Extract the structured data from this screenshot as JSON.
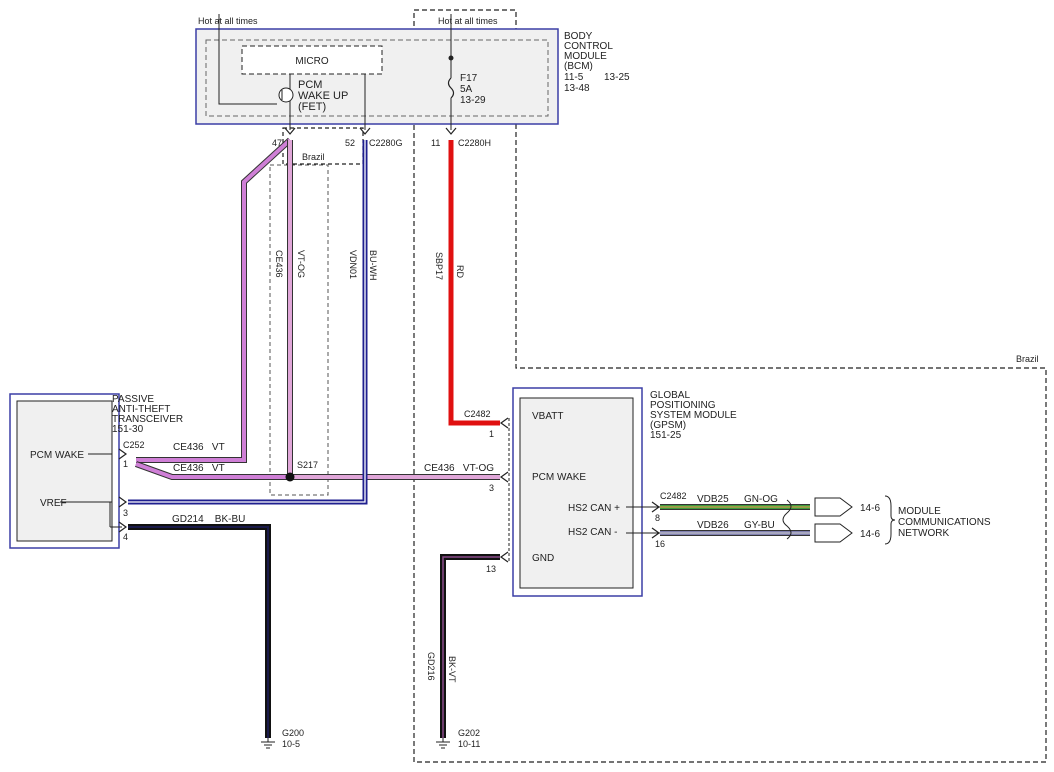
{
  "bcm": {
    "hot_left": "Hot at all times",
    "hot_right": "Hot at all times",
    "micro": "MICRO",
    "fet": [
      "PCM",
      "WAKE UP",
      "(FET)"
    ],
    "fuse": [
      "F17",
      "5A",
      "13-29"
    ],
    "title": [
      "BODY",
      "CONTROL",
      "MODULE",
      "(BCM)"
    ],
    "refs": [
      "11-5",
      "13-25",
      "13-48"
    ],
    "pin_47": "47",
    "pin_52": "52",
    "conn_52": "C2280G",
    "pin_11": "11",
    "conn_11": "C2280H"
  },
  "wires": {
    "ce436": "CE436",
    "vt_og": "VT-OG",
    "vdn01": "VDN01",
    "bu_wh": "BU-WH",
    "sbp17": "SBP17",
    "rd": "RD",
    "ce436_vt_1": "CE436   VT",
    "ce436_vt_2": "CE436   VT",
    "ce436_vt_og": "CE436   VT-OG",
    "gd214": "GD214    BK-BU",
    "gd216": "GD216",
    "bk_vt": "BK-VT",
    "vdb25": "VDB25",
    "gn_og": "GN-OG",
    "vdb26": "VDB26",
    "gy_bu": "GY-BU"
  },
  "brazil_top": "Brazil",
  "brazil_right": "Brazil",
  "splice": "S217",
  "pats": {
    "title": [
      "PASSIVE",
      "ANTI-THEFT",
      "TRANSCEIVER",
      "151-30"
    ],
    "pcm_wake": "PCM WAKE",
    "vref": "VREF",
    "conn": "C252",
    "pin1": "1",
    "pin3": "3",
    "pin4": "4"
  },
  "gpsm": {
    "title": [
      "GLOBAL",
      "POSITIONING",
      "SYSTEM MODULE",
      "(GPSM)",
      "151-25"
    ],
    "vbatt": "VBATT",
    "pcm_wake": "PCM WAKE",
    "hs2_can_plus": "HS2 CAN +",
    "hs2_can_minus": "HS2 CAN -",
    "gnd": "GND",
    "conn_c2482_top": "C2482",
    "conn_c2482_mid": "C2482",
    "pin1": "1",
    "pin3": "3",
    "pin8": "8",
    "pin16": "16",
    "pin13": "13"
  },
  "network": {
    "ref_1": "14-6",
    "ref_2": "14-6",
    "label": [
      "MODULE",
      "COMMUNICATIONS",
      "NETWORK"
    ]
  },
  "grounds": {
    "g200": "G200",
    "g200_ref": "10-5",
    "g202": "G202",
    "g202_ref": "10-11"
  },
  "colors": {
    "module_border": "#3b3fa6",
    "module_fill": "#f0f0f0",
    "wire_violet": "#cf7fd6",
    "wire_violet_orange": "#e0a6d8",
    "wire_blue": "#1f1f8f",
    "wire_red": "#e01010",
    "wire_black": "#111111",
    "wire_black_blue": "#1a1a4a",
    "wire_green": "#3d9a3d",
    "wire_gray_blue": "#8080b0"
  }
}
